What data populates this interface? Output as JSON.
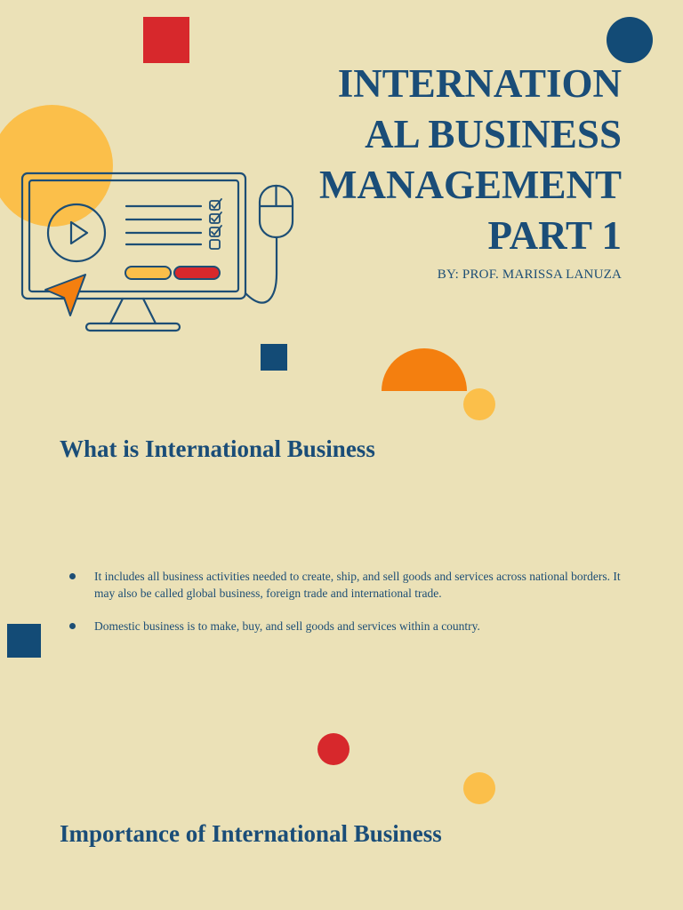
{
  "title_lines": [
    "INTERNATION",
    "AL BUSINESS",
    "MANAGEMENT",
    "PART 1"
  ],
  "byline": "BY: PROF. MARISSA LANUZA",
  "section1": {
    "heading": "What is International Business",
    "bullets": [
      "It includes all business activities needed to create, ship, and sell goods and services across national borders. It may also be called global business, foreign trade and international trade.",
      "Domestic business is to make, buy, and sell goods and services within a country."
    ]
  },
  "section2": {
    "heading": "Importance of International Business"
  },
  "colors": {
    "background": "#ebe1b7",
    "navy": "#1a4d78",
    "red": "#d7282c",
    "yellow": "#fbbf4a",
    "orange": "#f47f0f"
  },
  "icons": [
    "computer-monitor-illustration",
    "play-icon",
    "mouse-icon",
    "cursor-arrow-icon",
    "checkbox-icon"
  ]
}
